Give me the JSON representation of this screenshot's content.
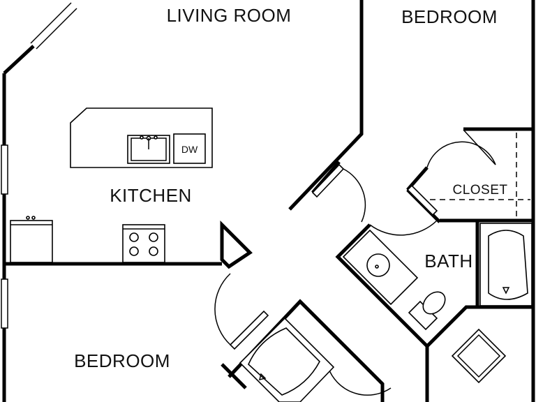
{
  "rooms": {
    "living_room": "LIVING ROOM",
    "bedroom_top": "BEDROOM",
    "kitchen": "KITCHEN",
    "closet": "CLOSET",
    "bath": "BATH",
    "bedroom_bottom": "BEDROOM"
  },
  "appliances": {
    "dishwasher": "DW"
  },
  "colors": {
    "line": "#000000",
    "background": "#ffffff"
  }
}
